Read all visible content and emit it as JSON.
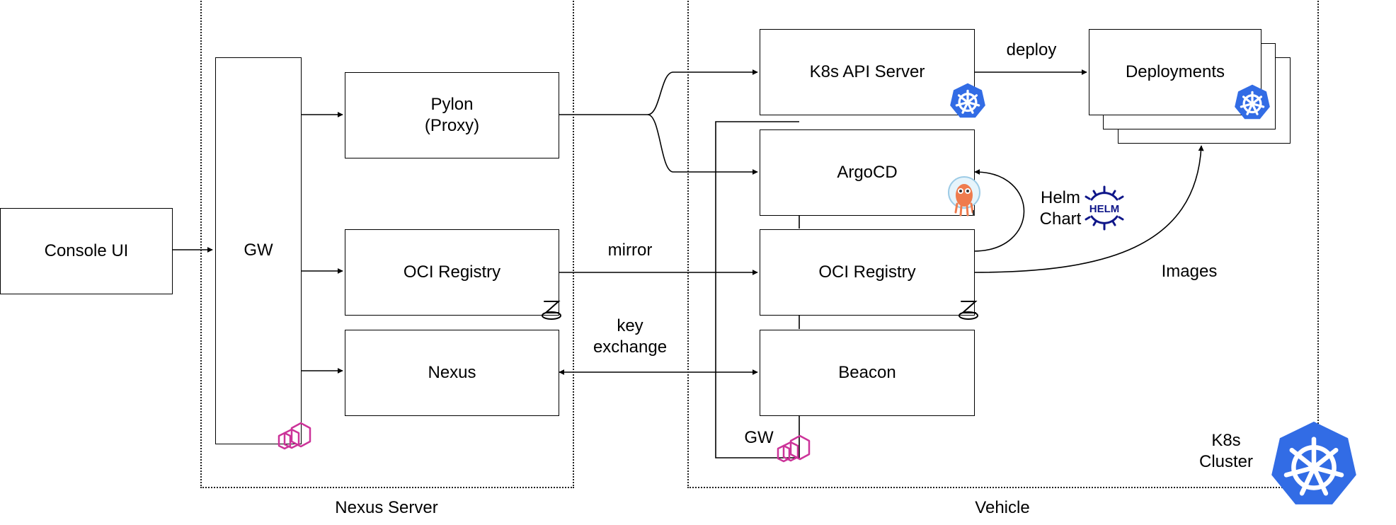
{
  "regions": {
    "nexus_server": "Nexus Server",
    "vehicle": "Vehicle"
  },
  "nodes": {
    "console_ui": "Console UI",
    "nexus_gw": "GW",
    "pylon": "Pylon\n(Proxy)",
    "nexus_oci": "OCI Registry",
    "nexus": "Nexus",
    "k8s_api": "K8s API Server",
    "deployments": "Deployments",
    "argocd": "ArgoCD",
    "vehicle_oci": "OCI Registry",
    "beacon": "Beacon",
    "vehicle_gw": "GW"
  },
  "edges": {
    "mirror": "mirror",
    "key_exchange": "key\nexchange",
    "deploy": "deploy",
    "helm_chart": "Helm\nChart",
    "images": "Images"
  },
  "cluster_label": "K8s\nCluster",
  "helm_logo_text": "HELM",
  "colors": {
    "kubernetes_blue": "#326ce5",
    "envoy_magenta": "#cc3399",
    "helm_navy": "#0f1689",
    "argo_orange": "#ef7b4d"
  },
  "icons": [
    "kubernetes-icon",
    "envoy-icon",
    "helm-icon",
    "argo-icon",
    "zot-registry-icon"
  ]
}
